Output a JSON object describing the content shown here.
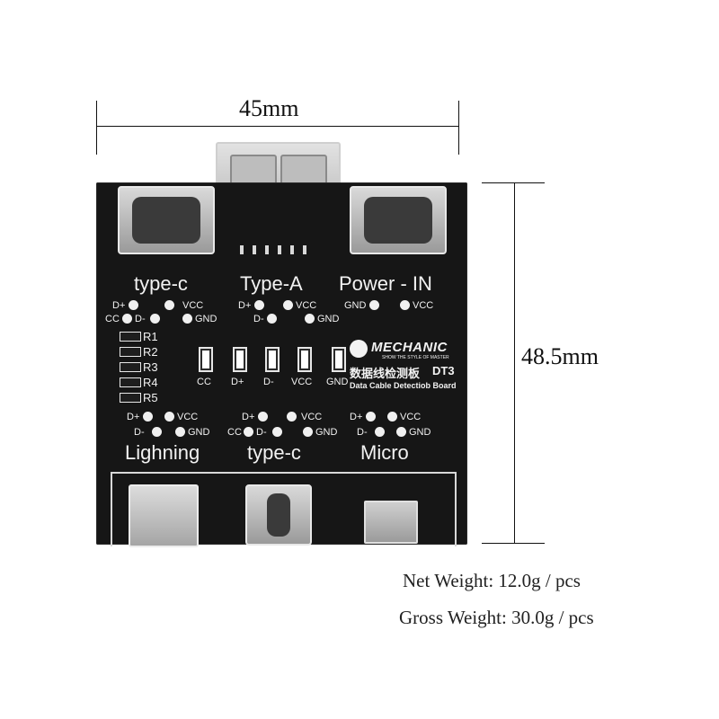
{
  "dimensions": {
    "width_label": "45mm",
    "height_label": "48.5mm"
  },
  "board": {
    "brand": "MECHANIC",
    "tagline": "SHOW THE STYLE OF MASTER",
    "chinese_title": "数据线检测板",
    "model": "DT3",
    "subtitle": "Data Cable Detectiob Board",
    "top_labels": {
      "typec": "type-c",
      "typea": "Type-A",
      "power": "Power - IN"
    },
    "bottom_labels": {
      "lightning": "Lighning",
      "typec": "type-c",
      "micro": "Micro"
    },
    "pins": {
      "dplus": "D+",
      "dminus": "D-",
      "vcc": "VCC",
      "gnd": "GND",
      "cc": "CC"
    },
    "resistors": [
      "R1",
      "R2",
      "R3",
      "R4",
      "R5"
    ],
    "leds": [
      "CC",
      "D+",
      "D-",
      "VCC",
      "GND"
    ]
  },
  "weights": {
    "net": "Net Weight: 12.0g / pcs",
    "gross": "Gross Weight: 30.0g / pcs"
  },
  "colors": {
    "board": "#161616",
    "silkscreen": "#f2f2f2",
    "metal": "#c8c8c8"
  }
}
